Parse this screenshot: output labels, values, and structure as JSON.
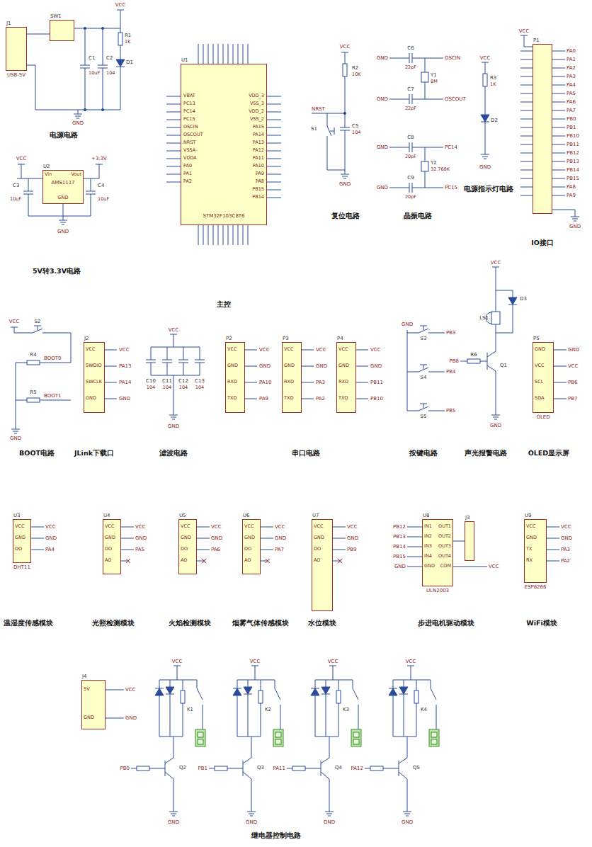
{
  "diagram": {
    "nodes": [
      {
        "text": [
          "J1",
          "USB-5V"
        ]
      },
      {
        "text": [
          "SW1"
        ]
      },
      {
        "text": [
          "U2",
          "AMS1117"
        ]
      },
      {
        "text": [
          "U1",
          "STM32F103C8T6"
        ]
      },
      {
        "text": [
          "P1"
        ]
      },
      {
        "text": [
          "J2"
        ]
      },
      {
        "text": [
          "P2"
        ]
      },
      {
        "text": [
          "P3"
        ]
      },
      {
        "text": [
          "P4"
        ]
      },
      {
        "text": [
          "P5",
          "OLED"
        ]
      },
      {
        "text": [
          "U3",
          "DHT11"
        ]
      },
      {
        "text": [
          "U4"
        ]
      },
      {
        "text": [
          "U5"
        ]
      },
      {
        "text": [
          "U6"
        ]
      },
      {
        "text": [
          "U7"
        ]
      },
      {
        "text": [
          "U8",
          "ULN2003"
        ]
      },
      {
        "text": [
          "J3"
        ]
      },
      {
        "text": [
          "U9",
          "ESP8266"
        ]
      },
      {
        "text": [
          "J4"
        ]
      }
    ],
    "edges": [
      {
        "from": 0,
        "to": 1,
        "arrow": "none"
      },
      {
        "from": 15,
        "to": 16,
        "arrow": "none"
      }
    ],
    "labels": [
      "VCC",
      "C1",
      "10uF",
      "C2",
      "104",
      "R1",
      "1K",
      "D1",
      "GND",
      "电源电路",
      "VCC",
      "+3.3V",
      "Vin",
      "Vout",
      "GND",
      "C3",
      "10uF",
      "C4",
      "10uF",
      "GND",
      "5V转3.3V电路",
      "VBAT",
      "PC13",
      "PC14",
      "PC15",
      "OSCIN",
      "OSCOUT",
      "NRST",
      "VSSA",
      "VDDA",
      "PA0",
      "PA1",
      "PA2",
      "VDD_3",
      "VSS_3",
      "VDD_2",
      "VSS_2",
      "PA15",
      "PA14",
      "PA13",
      "PA12",
      "PA11",
      "PA10",
      "PA9",
      "PA8",
      "PB15",
      "PB14",
      "主控",
      "VCC",
      "R2",
      "10K",
      "NRST",
      "S1",
      "C5",
      "104",
      "GND",
      "复位电路",
      "GND",
      "C6",
      "22pF",
      "GND",
      "C7",
      "22pF",
      "Y1",
      "8M",
      "OSCIN",
      "OSCOUT",
      "GND",
      "C8",
      "20pF",
      "GND",
      "C9",
      "20pF",
      "Y2",
      "32.768K",
      "PC14",
      "PC15",
      "晶振电路",
      "VCC",
      "R3",
      "1K",
      "D2",
      "GND",
      "电源指示灯电路",
      "VCC",
      "PA0",
      "PA1",
      "PA2",
      "PA3",
      "PA4",
      "PA5",
      "PA6",
      "PA7",
      "PB0",
      "PB1",
      "PB10",
      "PB11",
      "PB12",
      "PB13",
      "PB14",
      "PB15",
      "PA8",
      "PA9",
      "GND",
      "IO接口",
      "S2",
      "R4",
      "BOOT0",
      "R5",
      "BOOT1",
      "GND",
      "BOOT电路",
      "VCC",
      "VCC",
      "SWDIO",
      "SWCLK",
      "GND",
      "VCC",
      "PA13",
      "PA14",
      "GND",
      "JLink下载口",
      "VCC",
      "C10",
      "C11",
      "C12",
      "C13",
      "104",
      "104",
      "104",
      "104",
      "GND",
      "滤波电路",
      "VCC",
      "GND",
      "RXD",
      "TXD",
      "VCC",
      "GND",
      "PA10",
      "PA9",
      "VCC",
      "GND",
      "RXD",
      "TXD",
      "VCC",
      "GND",
      "PA3",
      "PA2",
      "VCC",
      "GND",
      "RXD",
      "TXD",
      "VCC",
      "GND",
      "PB11",
      "PB10",
      "串口电路",
      "GND",
      "S3",
      "S4",
      "S5",
      "PB3",
      "PB4",
      "PB5",
      "按键电路",
      "VCC",
      "LS1",
      "D3",
      "R6",
      "PB8",
      "Q1",
      "GND",
      "声光报警电路",
      "GND",
      "VCC",
      "SCL",
      "SDA",
      "GND",
      "VCC",
      "PB6",
      "PB7",
      "OLED显示屏",
      "VCC",
      "GND",
      "DO",
      "VCC",
      "GND",
      "PA4",
      "温湿度传感模块",
      "VCC",
      "GND",
      "DO",
      "AO",
      "VCC",
      "GND",
      "PA5",
      "光照检测模块",
      "VCC",
      "GND",
      "DO",
      "AO",
      "VCC",
      "GND",
      "PA6",
      "火焰检测模块",
      "VCC",
      "GND",
      "DO",
      "AO",
      "VCC",
      "GND",
      "PA7",
      "烟雾气体传感模块",
      "VCC",
      "GND",
      "DO",
      "AO",
      "VCC",
      "GND",
      "PB9",
      "水位模块",
      "IN1",
      "IN2",
      "IN3",
      "IN4",
      "GND",
      "OUT1",
      "OUT2",
      "OUT3",
      "OUT4",
      "COM",
      "PB12",
      "PB13",
      "PB14",
      "PB15",
      "GND",
      "VCC",
      "步进电机驱动模块",
      "VCC",
      "GND",
      "TX",
      "RX",
      "VCC",
      "GND",
      "PA3",
      "PA2",
      "WiFi模块",
      "5V",
      "GND",
      "VCC",
      "GND",
      "VCC",
      "K1",
      "PB0",
      "Q2",
      "GND",
      "VCC",
      "K2",
      "PB1",
      "Q3",
      "GND",
      "VCC",
      "K3",
      "PA11",
      "Q4",
      "GND",
      "VCC",
      "K4",
      "PA12",
      "Q5",
      "GND",
      "继电器控制电路"
    ]
  }
}
